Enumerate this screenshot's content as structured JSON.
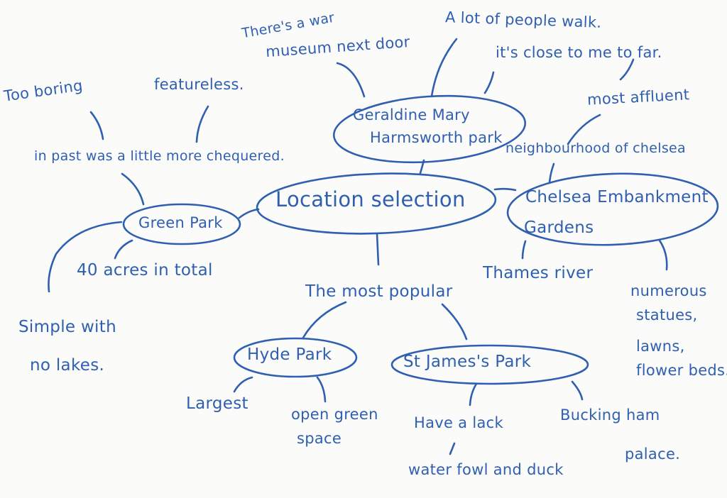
{
  "center": "Location selection",
  "nodes": {
    "geraldine": {
      "name": [
        "Geraldine Mary",
        "Harmsworth park"
      ],
      "notes": {
        "war_museum": [
          "There's a war",
          "museum next door"
        ],
        "people_walk": "A lot of people walk.",
        "close": "it's close to me to far.",
        "affluent": [
          "most affluent",
          "neighbourhood of chelsea"
        ]
      }
    },
    "green_park": {
      "name": "Green Park",
      "notes": {
        "boring": "Too boring",
        "featureless": "featureless.",
        "past": "in past was a little more chequered.",
        "acres": "40 acres in total",
        "simple": [
          "Simple with",
          "no lakes."
        ]
      }
    },
    "chelsea": {
      "name": [
        "Chelsea Embankment",
        "Gardens"
      ],
      "notes": {
        "thames": "Thames river",
        "statues": [
          "numerous",
          "statues,",
          "lawns,",
          "flower beds."
        ]
      }
    },
    "popular": "The most popular",
    "hyde_park": {
      "name": "Hyde Park",
      "notes": {
        "largest": "Largest",
        "open_green": [
          "open green",
          "space"
        ]
      }
    },
    "st_james": {
      "name": "St James's Park",
      "notes": {
        "lack": "Have a lack",
        "waterfowl": "water fowl and duck",
        "buckingham": [
          "Bucking ham",
          "palace."
        ]
      }
    }
  },
  "colors": {
    "ink": "#2f5fb0",
    "paper": "#fbfbf9"
  }
}
